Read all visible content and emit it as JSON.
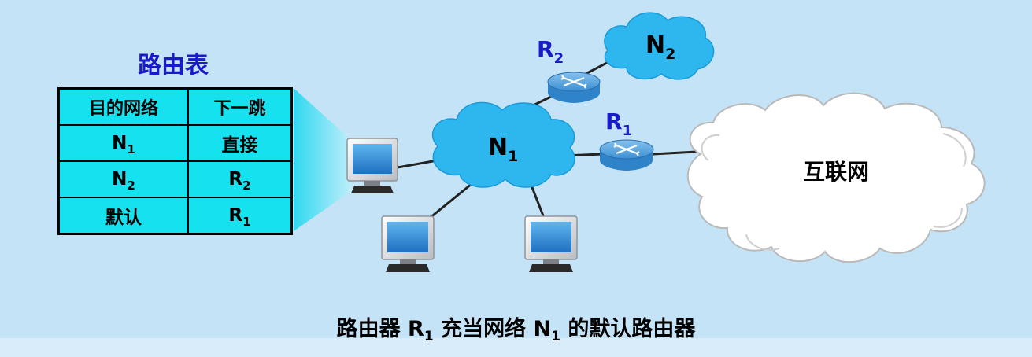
{
  "routing_table": {
    "title": "路由表",
    "header": {
      "destination": "目的网络",
      "next_hop": "下一跳"
    },
    "rows": [
      {
        "dest": "N",
        "dest_sub": "1",
        "hop": "直接",
        "hop_sub": ""
      },
      {
        "dest": "N",
        "dest_sub": "2",
        "hop": "R",
        "hop_sub": "2"
      },
      {
        "dest": "默认",
        "dest_sub": "",
        "hop": "R",
        "hop_sub": "1"
      }
    ]
  },
  "network": {
    "n1": {
      "label": "N",
      "sub": "1"
    },
    "n2": {
      "label": "N",
      "sub": "2"
    },
    "r1": {
      "label": "R",
      "sub": "1"
    },
    "r2": {
      "label": "R",
      "sub": "2"
    },
    "internet": {
      "label": "互联网"
    }
  },
  "caption": {
    "part1": "路由器 R",
    "part1_sub": "1",
    "part2": " 充当网络 N",
    "part2_sub": "1",
    "part3": " 的默认路由器"
  },
  "colors": {
    "background": "#c5e3f6",
    "table_fill": "#15e2ee",
    "cloud_blue": "#2eb6ee",
    "label_blue": "#1a1ac8",
    "router_blue": "#2f83c9"
  }
}
